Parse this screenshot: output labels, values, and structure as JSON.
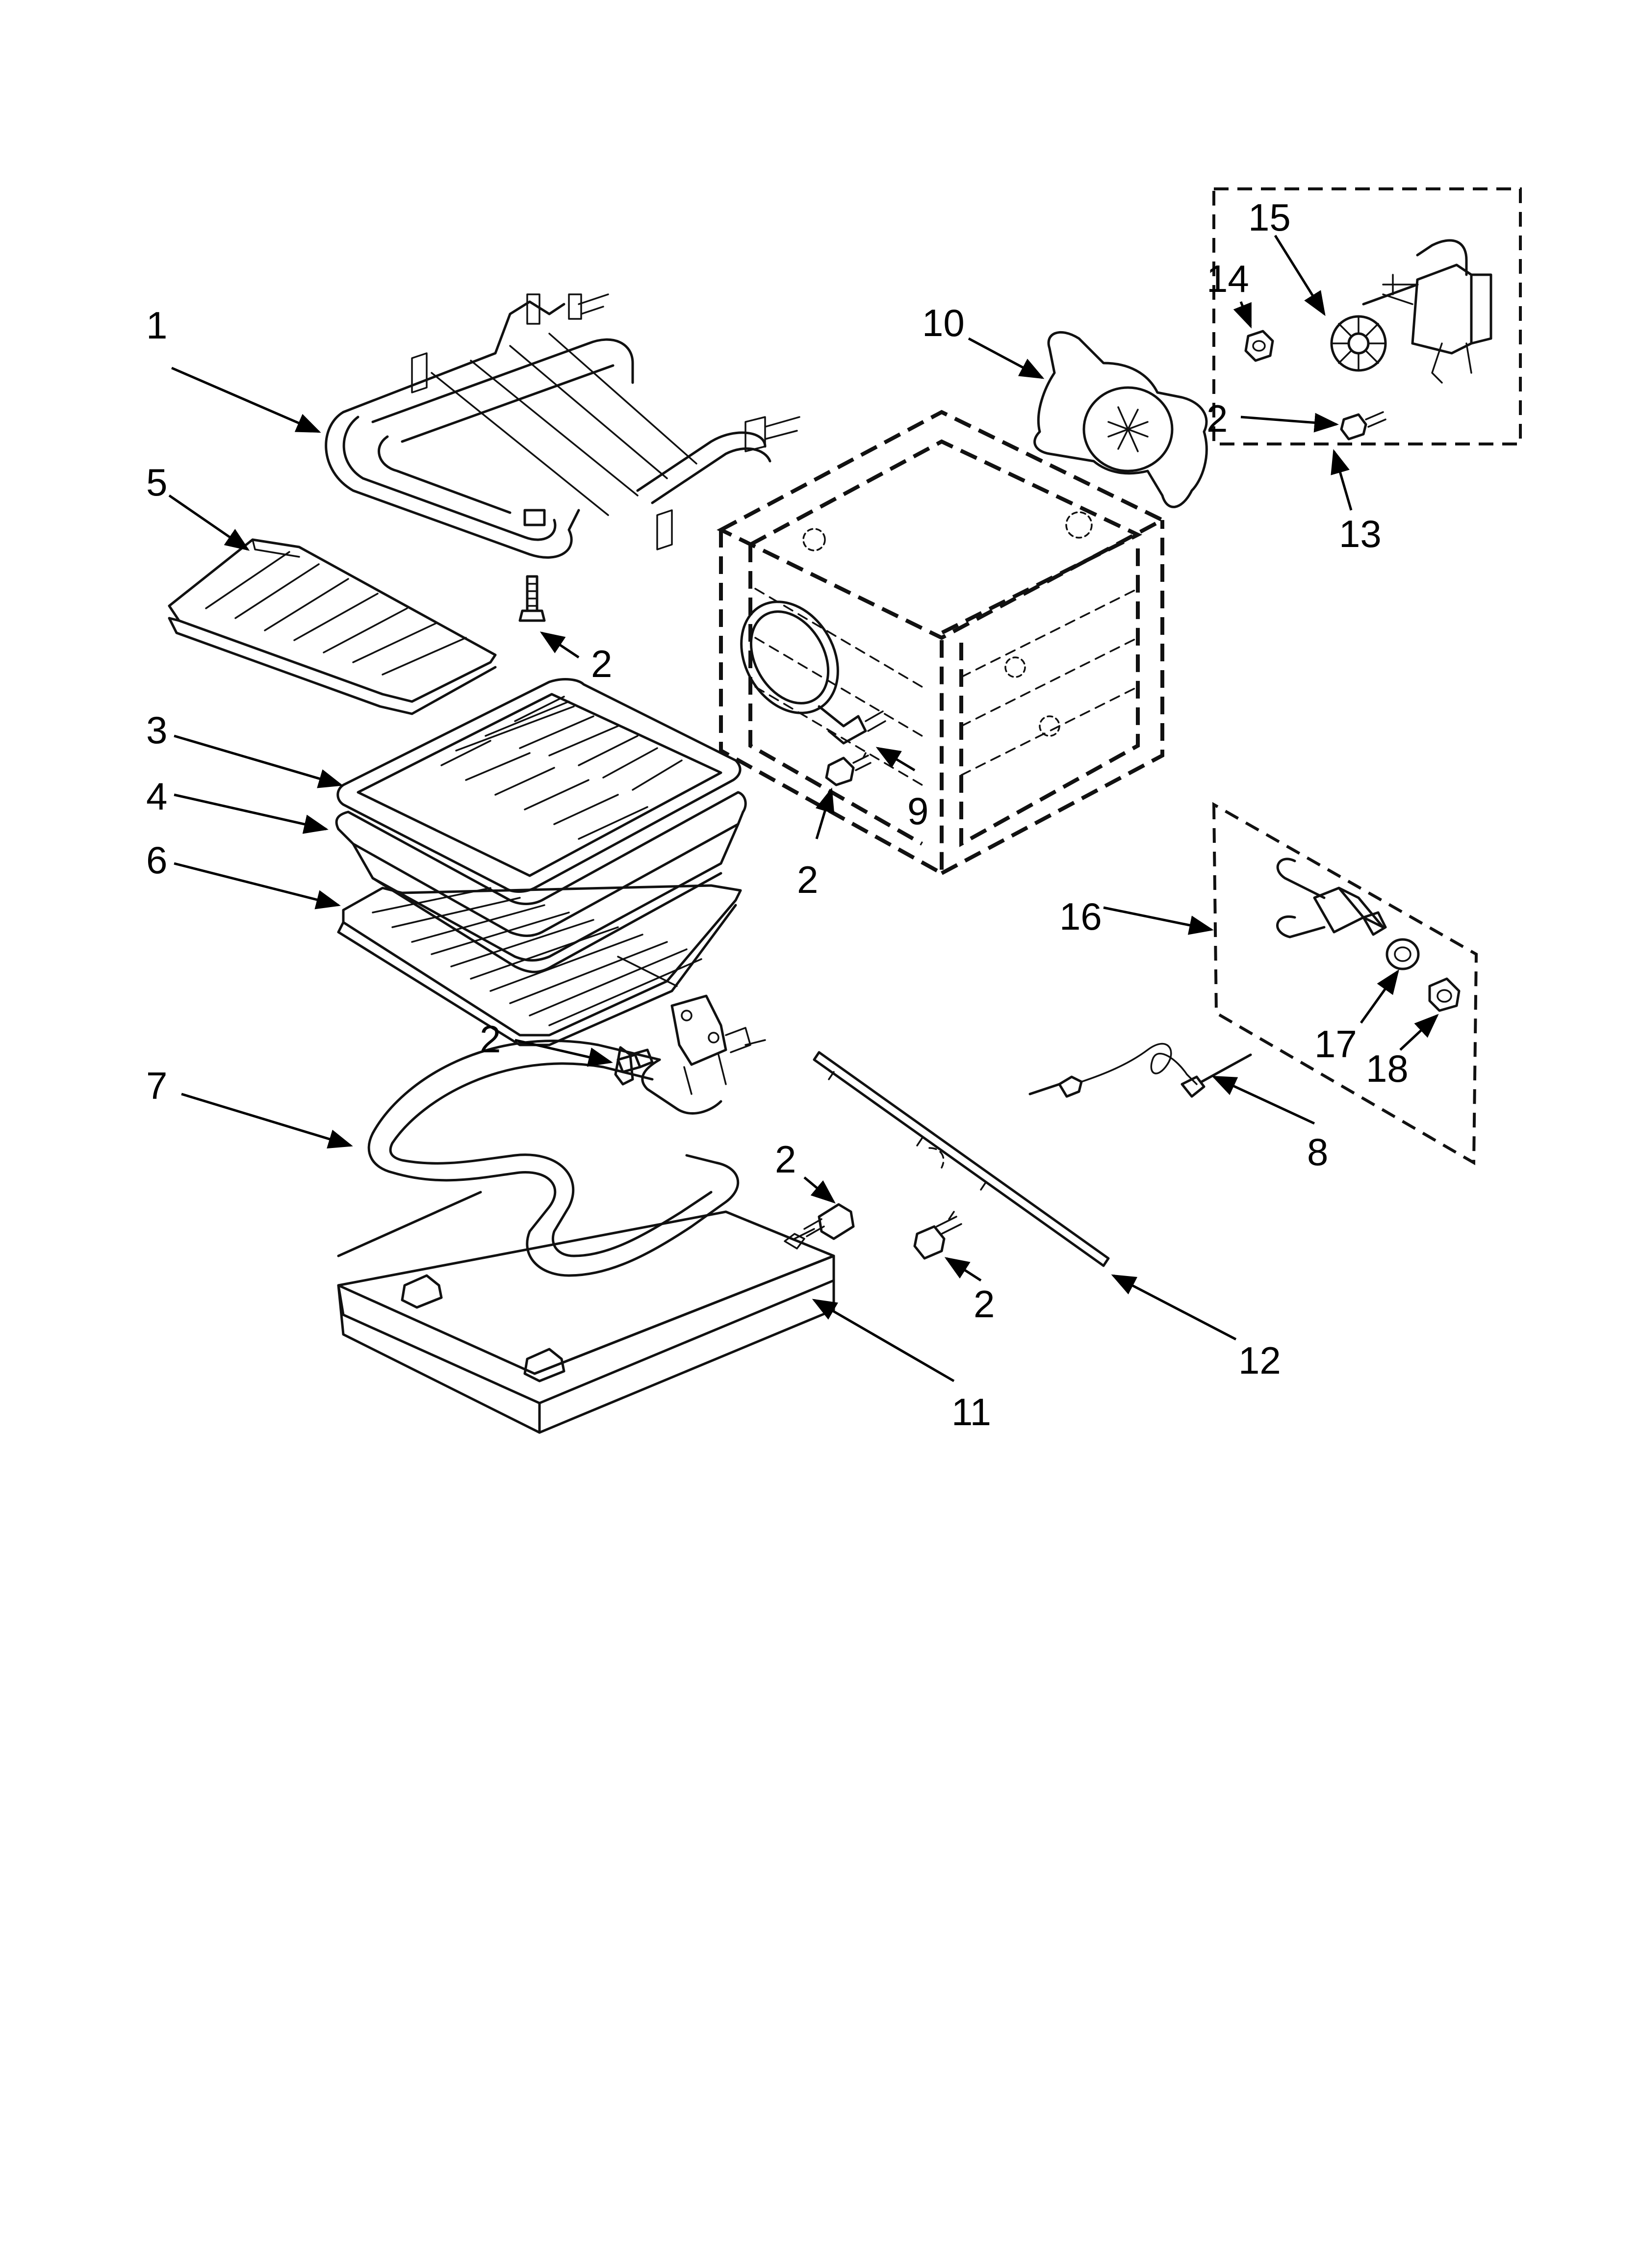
{
  "callouts": [
    {
      "id": "c1",
      "text": "1"
    },
    {
      "id": "c5",
      "text": "5"
    },
    {
      "id": "c2a",
      "text": "2"
    },
    {
      "id": "c3",
      "text": "3"
    },
    {
      "id": "c4",
      "text": "4"
    },
    {
      "id": "c6",
      "text": "6"
    },
    {
      "id": "c2b",
      "text": "2"
    },
    {
      "id": "c7",
      "text": "7"
    },
    {
      "id": "c2c",
      "text": "2"
    },
    {
      "id": "c11",
      "text": "11"
    },
    {
      "id": "c10",
      "text": "10"
    },
    {
      "id": "c9",
      "text": "9"
    },
    {
      "id": "c2d",
      "text": "2"
    },
    {
      "id": "c15",
      "text": "15"
    },
    {
      "id": "c14",
      "text": "14"
    },
    {
      "id": "c2e",
      "text": "2"
    },
    {
      "id": "c13",
      "text": "13"
    },
    {
      "id": "c16",
      "text": "16"
    },
    {
      "id": "c17",
      "text": "17"
    },
    {
      "id": "c18",
      "text": "18"
    },
    {
      "id": "c8",
      "text": "8"
    },
    {
      "id": "c2f",
      "text": "2"
    },
    {
      "id": "c12",
      "text": "12"
    }
  ]
}
